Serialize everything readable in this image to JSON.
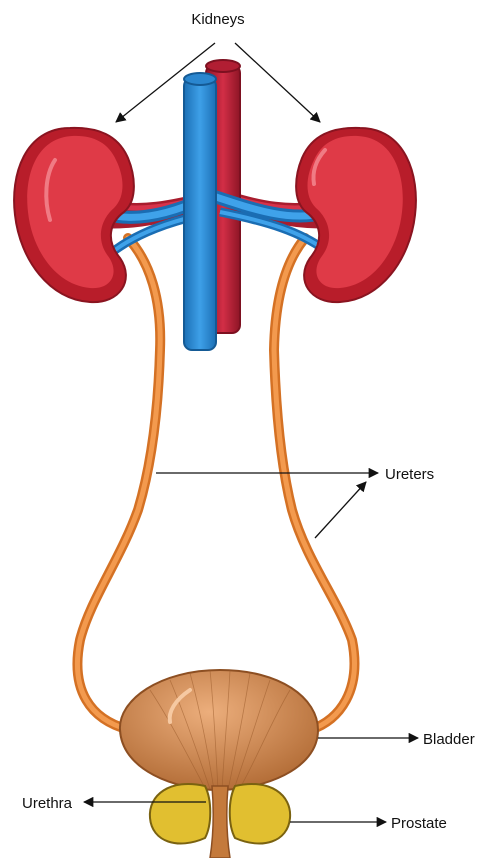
{
  "labels": {
    "kidneys": "Kidneys",
    "ureters": "Ureters",
    "bladder": "Bladder",
    "urethra": "Urethra",
    "prostate": "Prostate"
  },
  "colors": {
    "kidney": "#d7303f",
    "kidney_dark": "#a81d27",
    "vein": "#2a8fd8",
    "artery": "#c4213a",
    "ureter": "#ee8a3c",
    "bladder": "#c9834c",
    "prostate": "#e1bf30"
  }
}
